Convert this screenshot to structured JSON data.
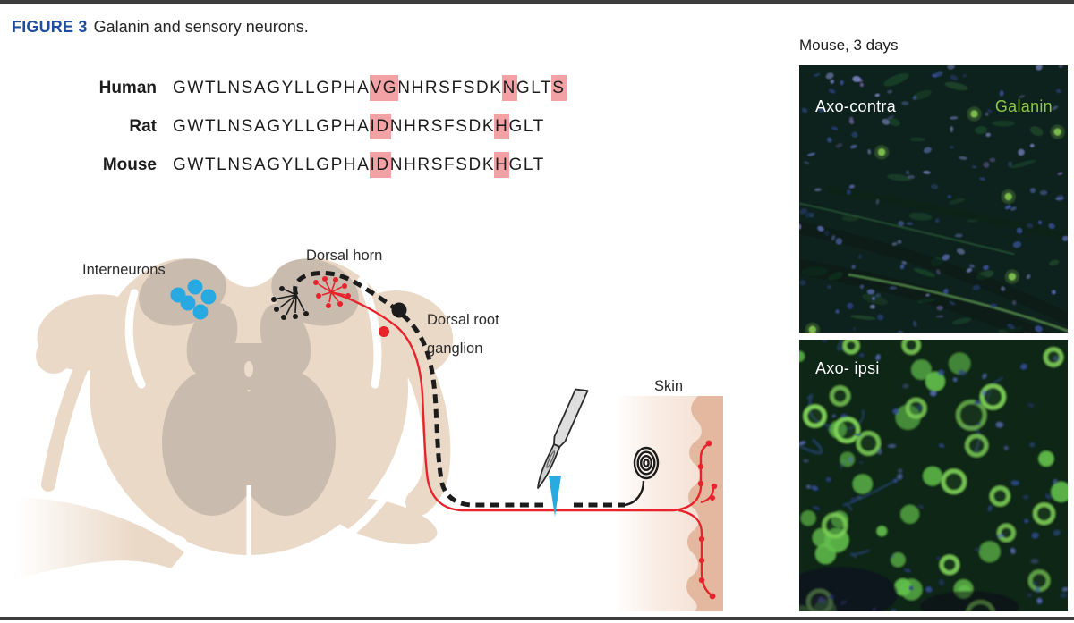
{
  "figure": {
    "label": "FIGURE 3",
    "label_color": "#1f4f9b",
    "caption": "Galanin and sensory neurons."
  },
  "alignment": {
    "highlight_color": "#f2a2a5",
    "rows": [
      {
        "species": "Human",
        "sequence": "GWTLNSAGYLLGPHAVGNHRSFSDKNGLTS",
        "highlights": [
          15,
          16,
          25,
          29
        ]
      },
      {
        "species": "Rat",
        "sequence": "GWTLNSAGYLLGPHAIDNHRSFSDKHGLT",
        "highlights": [
          15,
          16,
          25
        ]
      },
      {
        "species": "Mouse",
        "sequence": "GWTLNSAGYLLGPHAIDNHRSFSDKHGLT",
        "highlights": [
          15,
          16,
          25
        ]
      }
    ]
  },
  "diagram": {
    "labels": {
      "interneurons": "Interneurons",
      "dorsal_horn": "Dorsal horn",
      "drg_line1": "Dorsal root",
      "drg_line2": "ganglion",
      "skin": "Skin"
    },
    "colors": {
      "cord": "#ebd9c7",
      "gray_matter": "#c9bbae",
      "canal": "#ecdccc",
      "interneurons": "#29a9e1",
      "axon_red": "#e8232b",
      "axon_black": "#1c1c1c",
      "cut_marker": "#29abe2",
      "skin_band": "#e3b89e",
      "skin_light": "#f3ddd0",
      "label_text": "#2b2b2b"
    }
  },
  "micrographs": {
    "header": "Mouse, 3 days",
    "panels": [
      {
        "label": "Axo-contra",
        "tag": "Galanin",
        "tag_color": "#8dc74a",
        "texture": {
          "seed": 7,
          "bg": "#0c231c",
          "blue_speckles": {
            "count": 130,
            "colors": [
              "#3c55a0",
              "#5a6fb5",
              "#2a3f7d",
              "#7b87c4",
              "#6b5f9e"
            ]
          },
          "green_smears": {
            "count": 26,
            "color": "#2f6b3d"
          },
          "bright_spots": {
            "count": 6,
            "color": "#7fc14f"
          },
          "streaks": true
        }
      },
      {
        "label": "Axo- ipsi",
        "texture": {
          "seed": 11,
          "bg": "#0f2717",
          "blue_speckles": {
            "count": 70,
            "colors": [
              "#3a55a8",
              "#5a6fb5",
              "#2a3f7d"
            ]
          },
          "blue_strands": {
            "count": 9,
            "color": "#3f5cae"
          },
          "green_blobs": {
            "count": 26,
            "color": "#63c04c"
          },
          "green_rings": {
            "count": 20,
            "color": "#7ed058"
          },
          "dark_patch": true
        }
      }
    ]
  }
}
